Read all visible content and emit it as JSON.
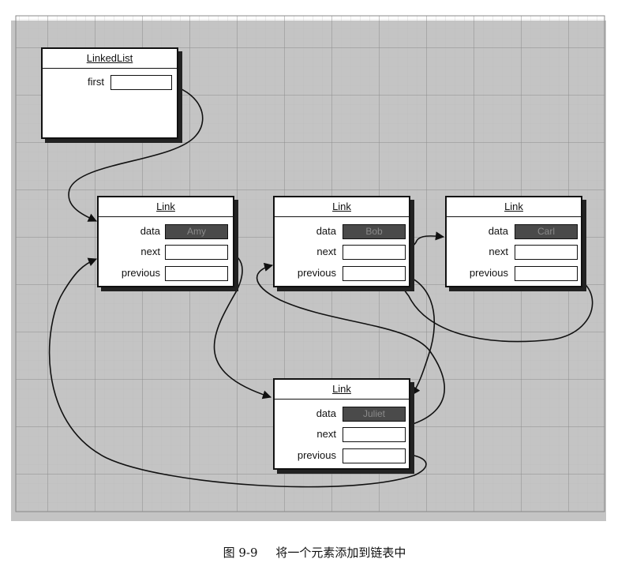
{
  "linked_list": {
    "title": "LinkedList",
    "first_label": "first"
  },
  "links": [
    {
      "title": "Link",
      "data_label": "data",
      "next_label": "next",
      "previous_label": "previous",
      "data_value": "Amy"
    },
    {
      "title": "Link",
      "data_label": "data",
      "next_label": "next",
      "previous_label": "previous",
      "data_value": "Bob"
    },
    {
      "title": "Link",
      "data_label": "data",
      "next_label": "next",
      "previous_label": "previous",
      "data_value": "Carl"
    },
    {
      "title": "Link",
      "data_label": "data",
      "next_label": "next",
      "previous_label": "previous",
      "data_value": "Juliet"
    }
  ],
  "caption": {
    "number": "图 9-9",
    "text": "将一个元素添加到链表中"
  }
}
